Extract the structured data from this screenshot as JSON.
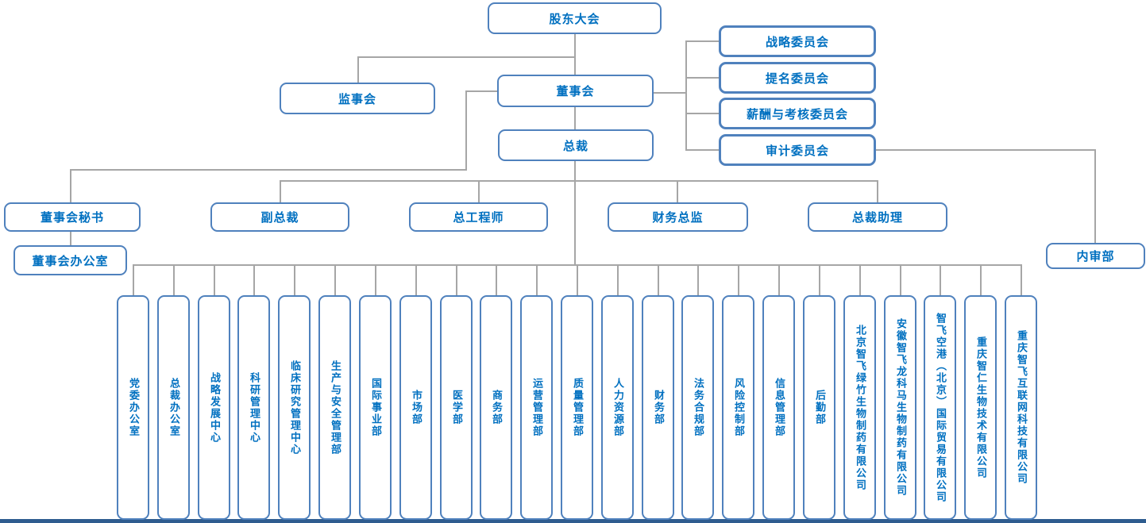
{
  "palette": {
    "box_border": "#4F81BD",
    "box_text": "#0070C0",
    "connector_line": "#A6A6A6",
    "accent_bar": "#2E5C8F"
  },
  "org": {
    "shareholders": "股东大会",
    "supervisory_board": "监事会",
    "board": "董事会",
    "president": "总裁",
    "committees": [
      "战略委员会",
      "提名委员会",
      "薪酬与考核委员会",
      "审计委员会"
    ],
    "executives": [
      "董事会秘书",
      "副总裁",
      "总工程师",
      "财务总监",
      "总裁助理"
    ],
    "board_office": "董事会办公室",
    "internal_audit": "内审部",
    "departments": [
      "党委办公室",
      "总裁办公室",
      "战略发展中心",
      "科研管理中心",
      "临床研究管理中心",
      "生产与安全管理部",
      "国际事业部",
      "市场部",
      "医学部",
      "商务部",
      "运营管理部",
      "质量管理部",
      "人力资源部",
      "财务部",
      "法务合规部",
      "风险控制部",
      "信息管理部",
      "后勤部"
    ],
    "subsidiaries": [
      "北京智飞绿竹生物制药有限公司",
      "安徽智飞龙科马生物制药有限公司",
      "智飞空港（北京）国际贸易有限公司",
      "重庆智仁生物技术有限公司",
      "重庆智飞互联网科技有限公司"
    ]
  }
}
